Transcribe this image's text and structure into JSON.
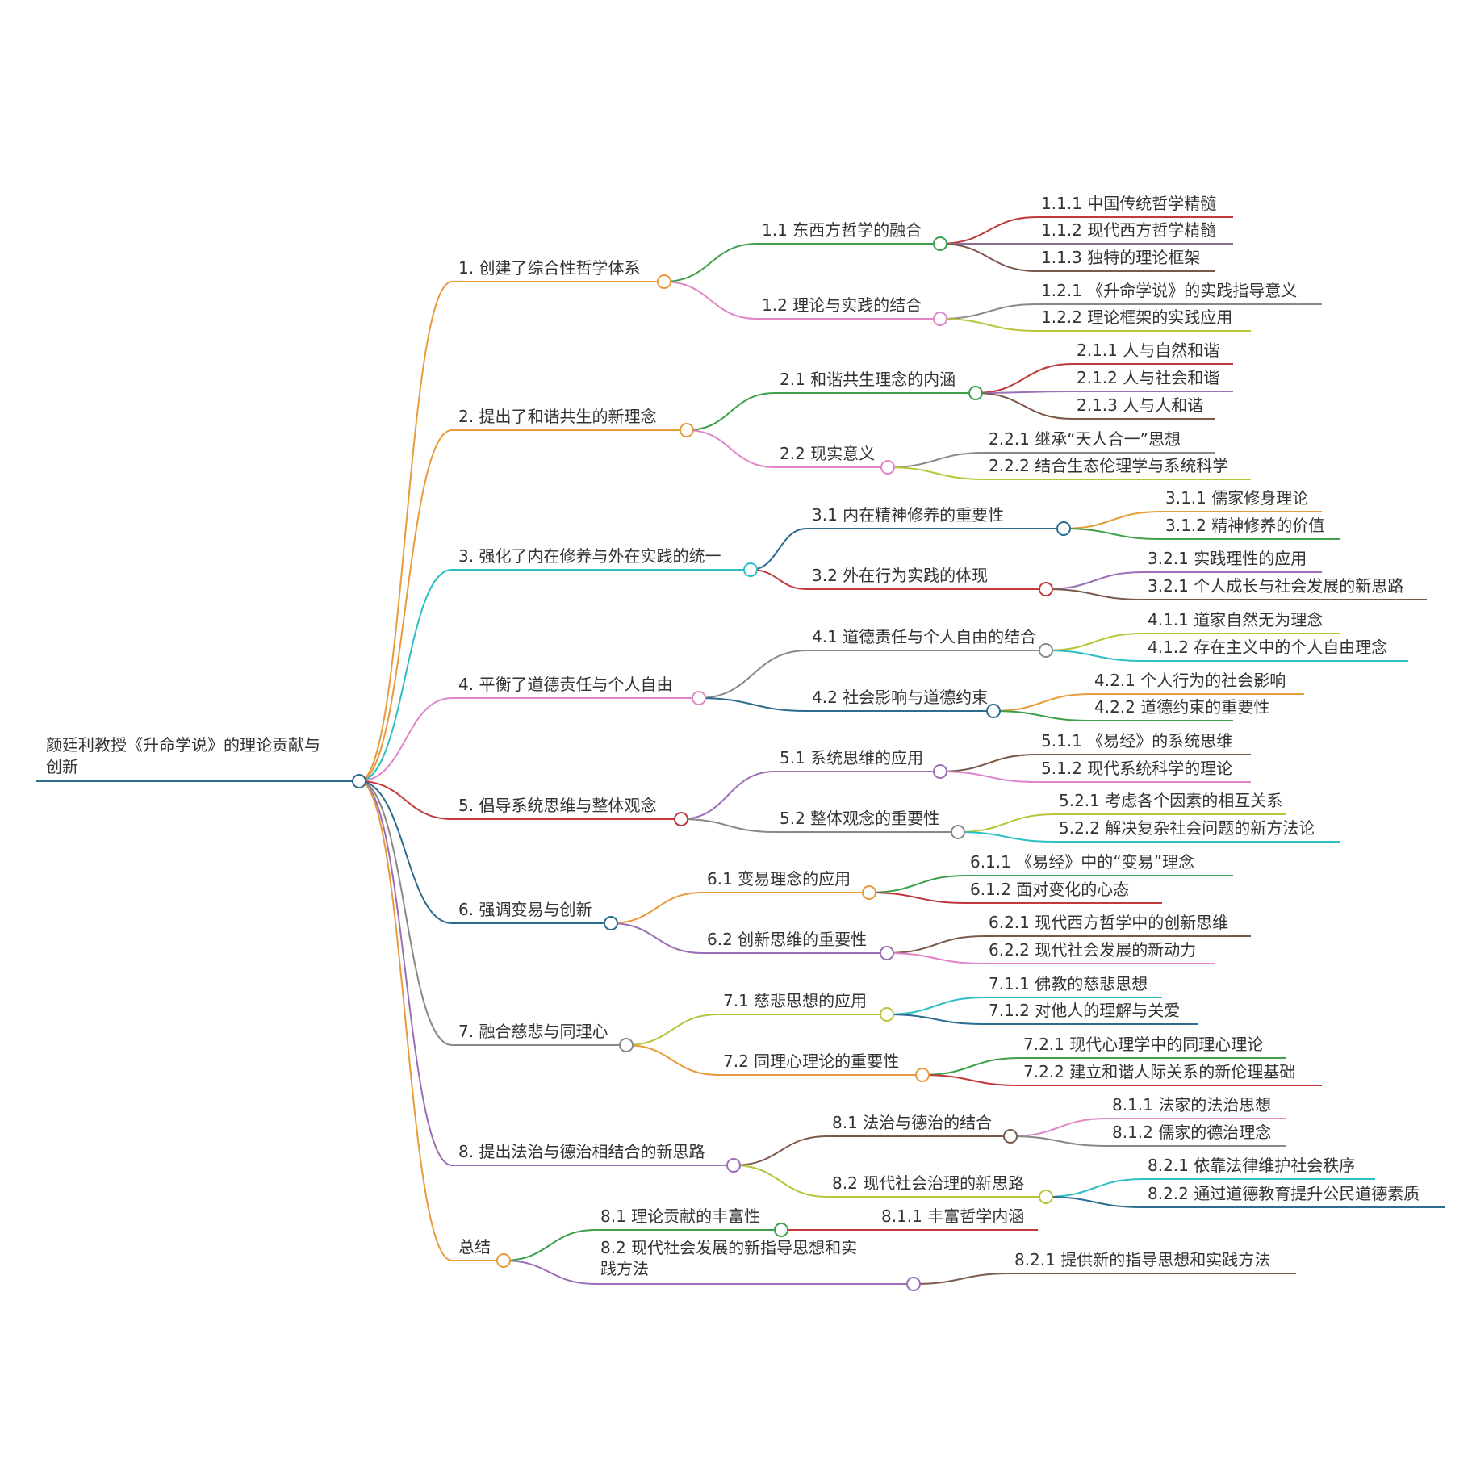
{
  "root": {
    "title_line1": "颜廷利教授《升命学说》的理论贡献与",
    "title_line2": "创新",
    "color": "#2b6c8f"
  },
  "branches": [
    {
      "label": "1. 创建了综合性哲学体系",
      "color": "#e89b3a",
      "children": [
        {
          "label": "1.1 东西方哲学的融合",
          "color": "#3ea04b",
          "children": [
            {
              "label": "1.1.1 中国传统哲学精髓",
              "color": "#c0393b"
            },
            {
              "label": "1.1.2 现代西方哲学精髓",
              "color": "#8a6d8f"
            },
            {
              "label": "1.1.3 独特的理论框架",
              "color": "#7a5a4a"
            }
          ]
        },
        {
          "label": "1.2 理论与实践的结合",
          "color": "#e086c8",
          "children": [
            {
              "label": "1.2.1 《升命学说》的实践指导意义",
              "color": "#888888"
            },
            {
              "label": "1.2.2 理论框架的实践应用",
              "color": "#b8c43a"
            }
          ]
        }
      ]
    },
    {
      "label": "2. 提出了和谐共生的新理念",
      "color": "#e89b3a",
      "children": [
        {
          "label": "2.1 和谐共生理念的内涵",
          "color": "#3ea04b",
          "children": [
            {
              "label": "2.1.1 人与自然和谐",
              "color": "#c0393b"
            },
            {
              "label": "2.1.2 人与社会和谐",
              "color": "#9b6fb5"
            },
            {
              "label": "2.1.3 人与人和谐",
              "color": "#7a5a4a"
            }
          ]
        },
        {
          "label": "2.2 现实意义",
          "color": "#e086c8",
          "children": [
            {
              "label": "2.2.1 继承“天人合一”思想",
              "color": "#888888"
            },
            {
              "label": "2.2.2 结合生态伦理学与系统科学",
              "color": "#b8c43a"
            }
          ]
        }
      ]
    },
    {
      "label": "3. 强化了内在修养与外在实践的统一",
      "color": "#2bbfc4",
      "children": [
        {
          "label": "3.1 内在精神修养的重要性",
          "color": "#2b6c8f",
          "children": [
            {
              "label": "3.1.1 儒家修身理论",
              "color": "#e89b3a"
            },
            {
              "label": "3.1.2 精神修养的价值",
              "color": "#3ea04b"
            }
          ]
        },
        {
          "label": "3.2 外在行为实践的体现",
          "color": "#c0393b",
          "children": [
            {
              "label": "3.2.1 实践理性的应用",
              "color": "#9b6fb5"
            },
            {
              "label": "3.2.1 个人成长与社会发展的新思路",
              "color": "#7a5a4a"
            }
          ]
        }
      ]
    },
    {
      "label": "4. 平衡了道德责任与个人自由",
      "color": "#e086c8",
      "children": [
        {
          "label": "4.1 道德责任与个人自由的结合",
          "color": "#888888",
          "children": [
            {
              "label": "4.1.1 道家自然无为理念",
              "color": "#b8c43a"
            },
            {
              "label": "4.1.2 存在主义中的个人自由理念",
              "color": "#2bbfc4"
            }
          ]
        },
        {
          "label": "4.2 社会影响与道德约束",
          "color": "#2b6c8f",
          "children": [
            {
              "label": "4.2.1 个人行为的社会影响",
              "color": "#e89b3a"
            },
            {
              "label": "4.2.2 道德约束的重要性",
              "color": "#3ea04b"
            }
          ]
        }
      ]
    },
    {
      "label": "5. 倡导系统思维与整体观念",
      "color": "#c0393b",
      "children": [
        {
          "label": "5.1 系统思维的应用",
          "color": "#9b6fb5",
          "children": [
            {
              "label": "5.1.1 《易经》的系统思维",
              "color": "#7a5a4a"
            },
            {
              "label": "5.1.2 现代系统科学的理论",
              "color": "#e086c8"
            }
          ]
        },
        {
          "label": "5.2 整体观念的重要性",
          "color": "#888888",
          "children": [
            {
              "label": "5.2.1 考虑各个因素的相互关系",
              "color": "#b8c43a"
            },
            {
              "label": "5.2.2 解决复杂社会问题的新方法论",
              "color": "#2bbfc4"
            }
          ]
        }
      ]
    },
    {
      "label": "6. 强调变易与创新",
      "color": "#2b6c8f",
      "children": [
        {
          "label": "6.1 变易理念的应用",
          "color": "#e89b3a",
          "children": [
            {
              "label": "6.1.1 《易经》中的“变易”理念",
              "color": "#3ea04b"
            },
            {
              "label": "6.1.2 面对变化的心态",
              "color": "#c0393b"
            }
          ]
        },
        {
          "label": "6.2 创新思维的重要性",
          "color": "#9b6fb5",
          "children": [
            {
              "label": "6.2.1 现代西方哲学中的创新思维",
              "color": "#7a5a4a"
            },
            {
              "label": "6.2.2 现代社会发展的新动力",
              "color": "#e086c8"
            }
          ]
        }
      ]
    },
    {
      "label": "7. 融合慈悲与同理心",
      "color": "#888888",
      "children": [
        {
          "label": "7.1 慈悲思想的应用",
          "color": "#b8c43a",
          "children": [
            {
              "label": "7.1.1 佛教的慈悲思想",
              "color": "#2bbfc4"
            },
            {
              "label": "7.1.2 对他人的理解与关爱",
              "color": "#2b6c8f"
            }
          ]
        },
        {
          "label": "7.2 同理心理论的重要性",
          "color": "#e89b3a",
          "children": [
            {
              "label": "7.2.1 现代心理学中的同理心理论",
              "color": "#3ea04b"
            },
            {
              "label": "7.2.2 建立和谐人际关系的新伦理基础",
              "color": "#c0393b"
            }
          ]
        }
      ]
    },
    {
      "label": "8. 提出法治与德治相结合的新思路",
      "color": "#9b6fb5",
      "children": [
        {
          "label": "8.1 法治与德治的结合",
          "color": "#7a5a4a",
          "children": [
            {
              "label": "8.1.1 法家的法治思想",
              "color": "#e086c8"
            },
            {
              "label": "8.1.2 儒家的德治理念",
              "color": "#888888"
            }
          ]
        },
        {
          "label": "8.2 现代社会治理的新思路",
          "color": "#b8c43a",
          "children": [
            {
              "label": "8.2.1 依靠法律维护社会秩序",
              "color": "#2bbfc4"
            },
            {
              "label": "8.2.2 通过道德教育提升公民道德素质",
              "color": "#2b6c8f"
            }
          ]
        }
      ]
    },
    {
      "label": "总结",
      "color": "#e89b3a",
      "children": [
        {
          "label": "8.1 理论贡献的丰富性",
          "color": "#3ea04b",
          "children": [
            {
              "label": "8.1.1 丰富哲学内涵",
              "color": "#c0393b"
            }
          ]
        },
        {
          "label": "8.2 现代社会发展的新指导思想和实践方法",
          "color": "#9b6fb5",
          "children": [
            {
              "label": "8.2.1 提供新的指导思想和实践方法",
              "color": "#7a5a4a"
            }
          ]
        }
      ]
    }
  ]
}
